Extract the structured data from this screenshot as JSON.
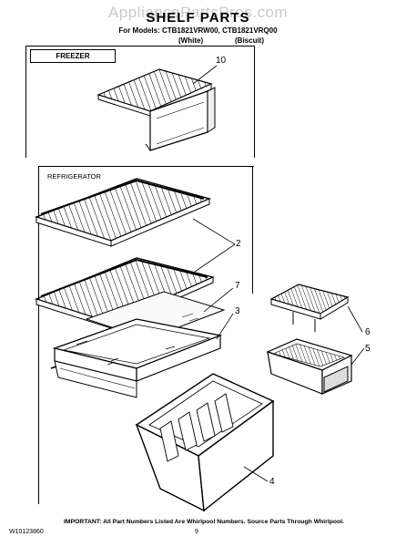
{
  "watermark": "AppliancePartsPros.com",
  "title": "SHELF PARTS",
  "models_line": "For Models: CTB1821VRW00, CTB1821VRQ00",
  "variant_white": "(White)",
  "variant_biscuit": "(Biscuit)",
  "sections": {
    "freezer": "FREEZER",
    "refrigerator": "REFRIGERATOR"
  },
  "callouts": [
    "10",
    "2",
    "7",
    "3",
    "6",
    "5",
    "4"
  ],
  "footer": {
    "important": "IMPORTANT: All Part Numbers Listed Are Whirlpool Numbers. Source Parts Through Whirlpool.",
    "doc_number": "W10123860",
    "page_number": "9"
  }
}
